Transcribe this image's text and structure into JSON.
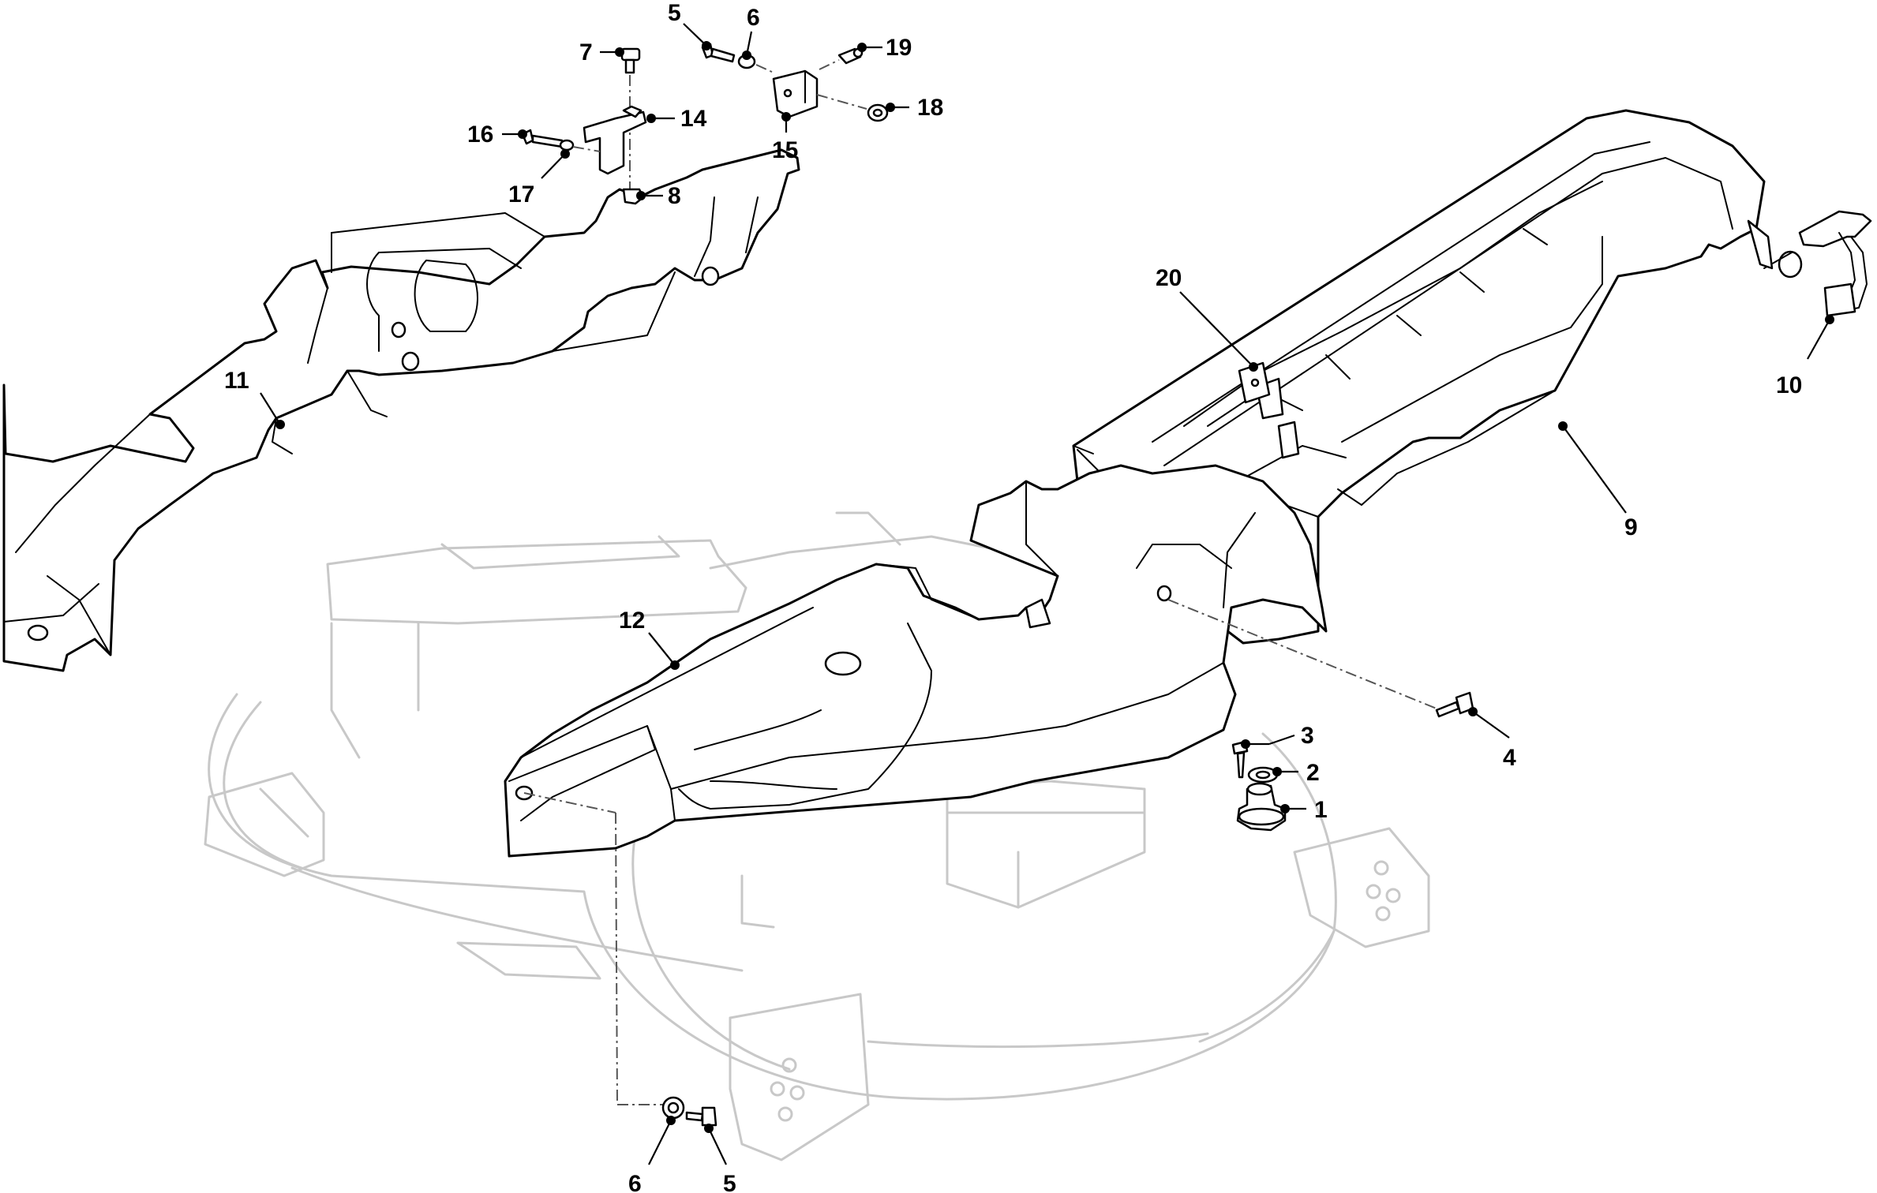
{
  "callouts": [
    {
      "id": "c1",
      "label": "1"
    },
    {
      "id": "c2",
      "label": "2"
    },
    {
      "id": "c3",
      "label": "3"
    },
    {
      "id": "c4",
      "label": "4"
    },
    {
      "id": "c5a",
      "label": "5"
    },
    {
      "id": "c5b",
      "label": "5"
    },
    {
      "id": "c6a",
      "label": "6"
    },
    {
      "id": "c6b",
      "label": "6"
    },
    {
      "id": "c7",
      "label": "7"
    },
    {
      "id": "c8",
      "label": "8"
    },
    {
      "id": "c9",
      "label": "9"
    },
    {
      "id": "c10",
      "label": "10"
    },
    {
      "id": "c11",
      "label": "11"
    },
    {
      "id": "c12",
      "label": "12"
    },
    {
      "id": "c14",
      "label": "14"
    },
    {
      "id": "c15",
      "label": "15"
    },
    {
      "id": "c16",
      "label": "16"
    },
    {
      "id": "c17",
      "label": "17"
    },
    {
      "id": "c18",
      "label": "18"
    },
    {
      "id": "c19",
      "label": "19"
    },
    {
      "id": "c20",
      "label": "20"
    }
  ]
}
